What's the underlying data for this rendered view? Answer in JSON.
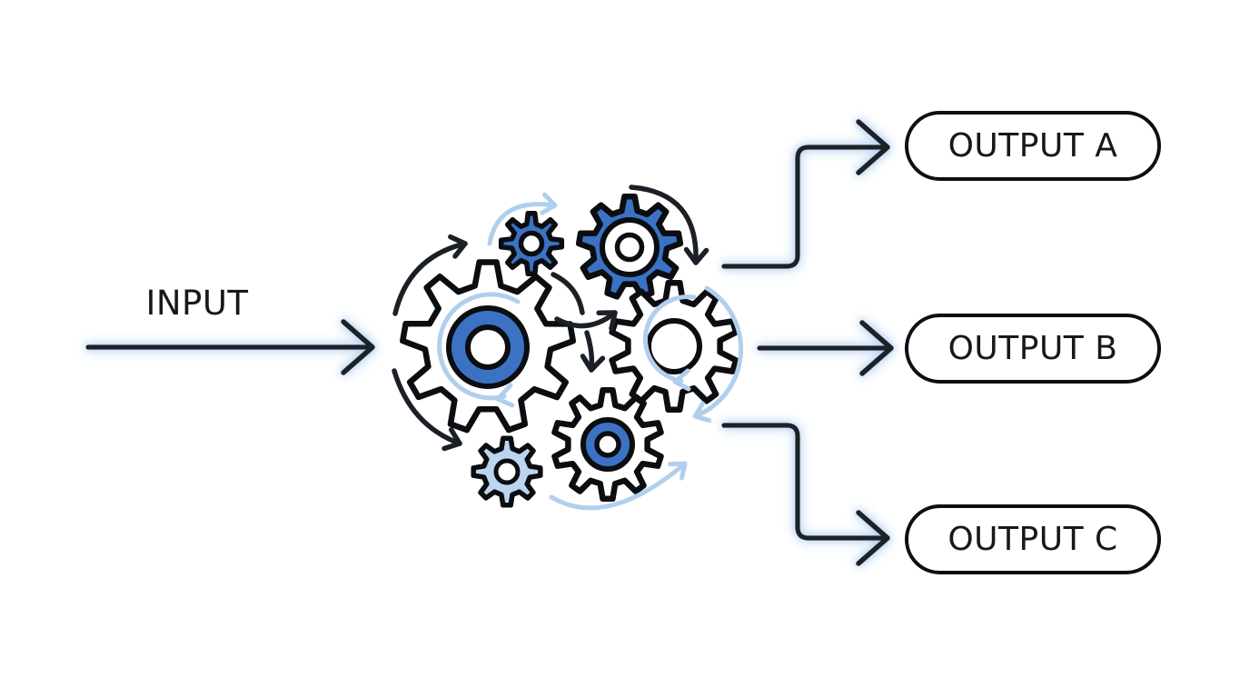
{
  "input": {
    "label": "INPUT"
  },
  "process": {
    "icon": "gears-process-icon"
  },
  "outputs": [
    {
      "label": "OUTPUT A"
    },
    {
      "label": "OUTPUT B"
    },
    {
      "label": "OUTPUT C"
    }
  ],
  "colors": {
    "gear_blue": "#3b72c4",
    "gear_light_blue": "#bcd5ef",
    "arrow_black": "#1b2026",
    "arrow_light_blue": "#b0cfec",
    "arrow_glow": "#a6c6ee",
    "text_black": "#15181c",
    "background": "#ffffff"
  }
}
